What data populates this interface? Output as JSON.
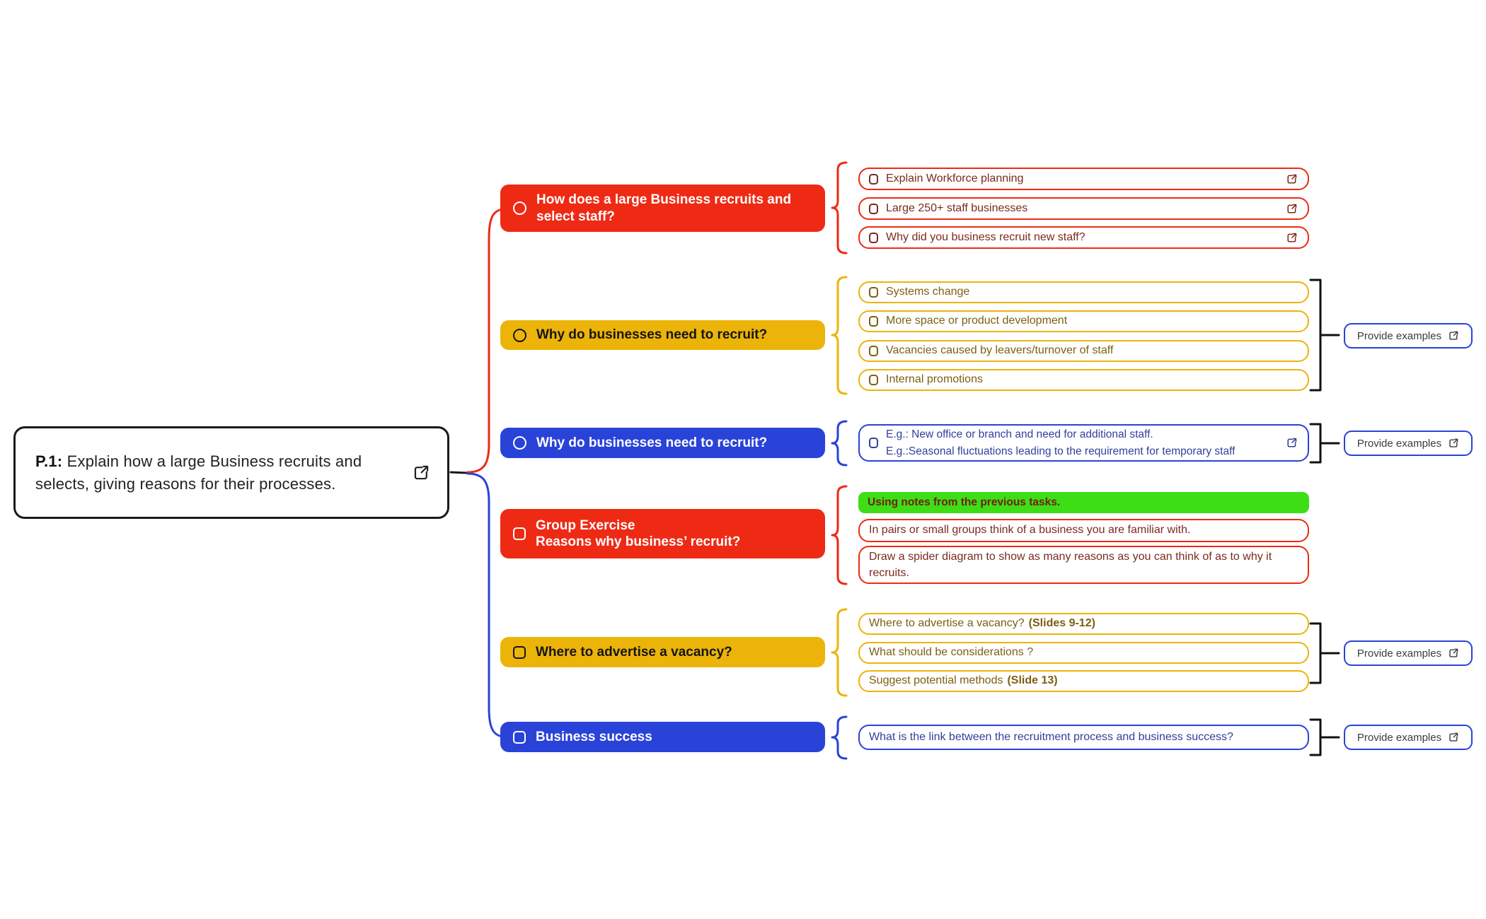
{
  "root": {
    "prefix": "P.1:",
    "text": "Explain how a large Business recruits and selects, giving reasons for their processes."
  },
  "branches": [
    {
      "title": "How does a large Business recruits and select staff?",
      "color": "red",
      "icon": "circle-icon"
    },
    {
      "title": "Why do businesses need to recruit?",
      "color": "yellow",
      "icon": "circle-icon"
    },
    {
      "title": "Why do businesses need to recruit?",
      "color": "blue",
      "icon": "circle-icon"
    },
    {
      "line1": "Group Exercise",
      "line2": "Reasons why business’ recruit?",
      "color": "red",
      "icon": "checkbox-icon"
    },
    {
      "title": "Where to advertise a vacancy?",
      "color": "yellow",
      "icon": "checkbox-icon"
    },
    {
      "title": "Business success",
      "color": "blue",
      "icon": "checkbox-icon"
    }
  ],
  "children": {
    "g1": [
      "Explain Workforce planning",
      "Large 250+ staff businesses",
      "Why did you business recruit new staff?"
    ],
    "g2": [
      "Systems change",
      "More space or product development",
      "Vacancies caused by leavers/turnover of staff",
      "Internal promotions"
    ],
    "g3": {
      "line1": "E.g.: New office or branch and need for additional staff.",
      "line2": "E.g.:Seasonal fluctuations leading to the requirement for temporary staff"
    },
    "g4": {
      "highlight": "Using notes from the previous tasks.",
      "item1": "In pairs or small groups think of a business you are familiar with.",
      "item2": "Draw a spider diagram to show as many reasons as you can think of as to why it recruits."
    },
    "g5": [
      {
        "text": "Where to advertise a vacancy?",
        "note": "(Slides 9-12)"
      },
      {
        "text": "What should be considerations ?",
        "note": ""
      },
      {
        "text": "Suggest potential methods",
        "note": "(Slide 13)"
      }
    ],
    "g6": [
      "What is the link between the recruitment process and business success?"
    ]
  },
  "provide_examples_label": "Provide examples",
  "colors": {
    "red": "#EE2A14",
    "yellow": "#ECB409",
    "blue": "#2943D8",
    "green": "#3EDE16",
    "red_dark": "#7B2A1E",
    "yellow_dark": "#7D5F10",
    "blue_dark": "#32409B",
    "green_text": "#701F10",
    "root_border": "#1A1A1A"
  }
}
